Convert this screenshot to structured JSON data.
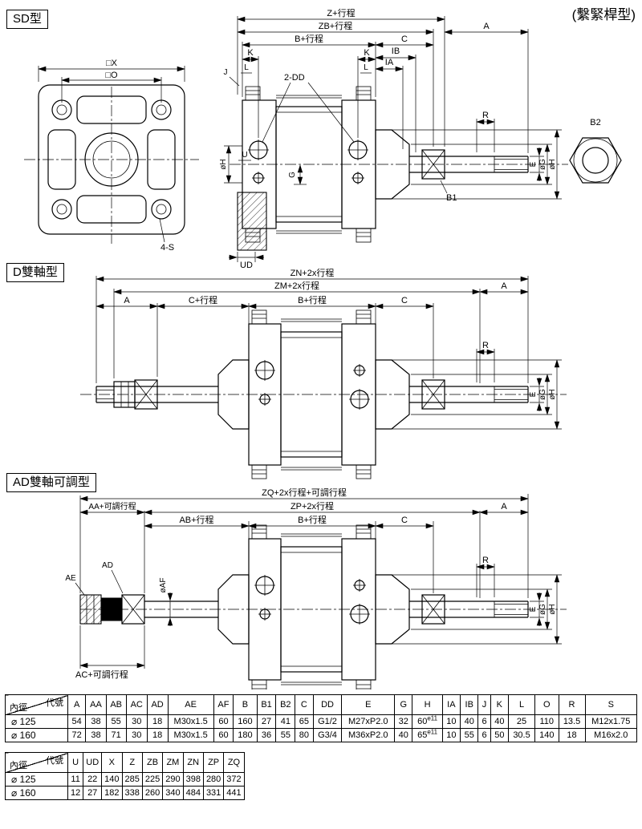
{
  "page": {
    "corner_label": "(繫緊桿型)"
  },
  "sections": {
    "sd": {
      "title": "SD型",
      "front": {
        "dim_x": "□X",
        "dim_o": "□O",
        "bolt_label": "4-S"
      },
      "side": {
        "z": "Z+行程",
        "zb": "ZB+行程",
        "b": "B+行程",
        "c": "C",
        "a": "A",
        "k1": "K",
        "k2": "K",
        "ib": "IB",
        "ia": "IA",
        "j": "J",
        "l1": "L",
        "l2": "L",
        "dd": "2-DD",
        "u": "U",
        "ud": "UD",
        "g": "G",
        "h_left": "øH",
        "b1": "B1",
        "b2": "B2",
        "r": "R",
        "e": "E",
        "og": "øG",
        "oh": "øH"
      }
    },
    "d": {
      "title": "D雙軸型",
      "dims": {
        "zn": "ZN+2x行程",
        "zm": "ZM+2x行程",
        "a_left": "A",
        "a_right": "A",
        "c_stroke": "C+行程",
        "b": "B+行程",
        "c": "C"
      }
    },
    "ad": {
      "title": "AD雙軸可調型",
      "dims": {
        "zq": "ZQ+2x行程+可調行程",
        "zp": "ZP+2x行程",
        "aa": "AA+可調行程",
        "ab": "AB+行程",
        "b": "B+行程",
        "c": "C",
        "a": "A",
        "ac": "AC+可調行程",
        "ad": "AD",
        "ae": "AE",
        "af": "øAF"
      }
    }
  },
  "table1": {
    "corner_top": "代號",
    "corner_bottom": "內徑",
    "headers": [
      "A",
      "AA",
      "AB",
      "AC",
      "AD",
      "AE",
      "AF",
      "B",
      "B1",
      "B2",
      "C",
      "DD",
      "E",
      "G",
      "H",
      "IA",
      "IB",
      "J",
      "K",
      "L",
      "O",
      "R",
      "S"
    ],
    "rows": [
      {
        "label": "⌀ 125",
        "cells": [
          "54",
          "38",
          "55",
          "30",
          "18",
          "M30x1.5",
          "60",
          "160",
          "27",
          "41",
          "65",
          "G1/2",
          "M27xP2.0",
          "32",
          {
            "text": "60",
            "sup": "e11"
          },
          "10",
          "40",
          "6",
          "40",
          "25",
          "110",
          "13.5",
          "M12x1.75"
        ]
      },
      {
        "label": "⌀ 160",
        "cells": [
          "72",
          "38",
          "71",
          "30",
          "18",
          "M30x1.5",
          "60",
          "180",
          "36",
          "55",
          "80",
          "G3/4",
          "M36xP2.0",
          "40",
          {
            "text": "65",
            "sup": "e11"
          },
          "10",
          "55",
          "6",
          "50",
          "30.5",
          "140",
          "18",
          "M16x2.0"
        ]
      }
    ]
  },
  "table2": {
    "corner_top": "代號",
    "corner_bottom": "內徑",
    "headers": [
      "U",
      "UD",
      "X",
      "Z",
      "ZB",
      "ZM",
      "ZN",
      "ZP",
      "ZQ"
    ],
    "rows": [
      {
        "label": "⌀ 125",
        "cells": [
          "11",
          "22",
          "140",
          "285",
          "225",
          "290",
          "398",
          "280",
          "372"
        ]
      },
      {
        "label": "⌀ 160",
        "cells": [
          "12",
          "27",
          "182",
          "338",
          "260",
          "340",
          "484",
          "331",
          "441"
        ]
      }
    ]
  }
}
